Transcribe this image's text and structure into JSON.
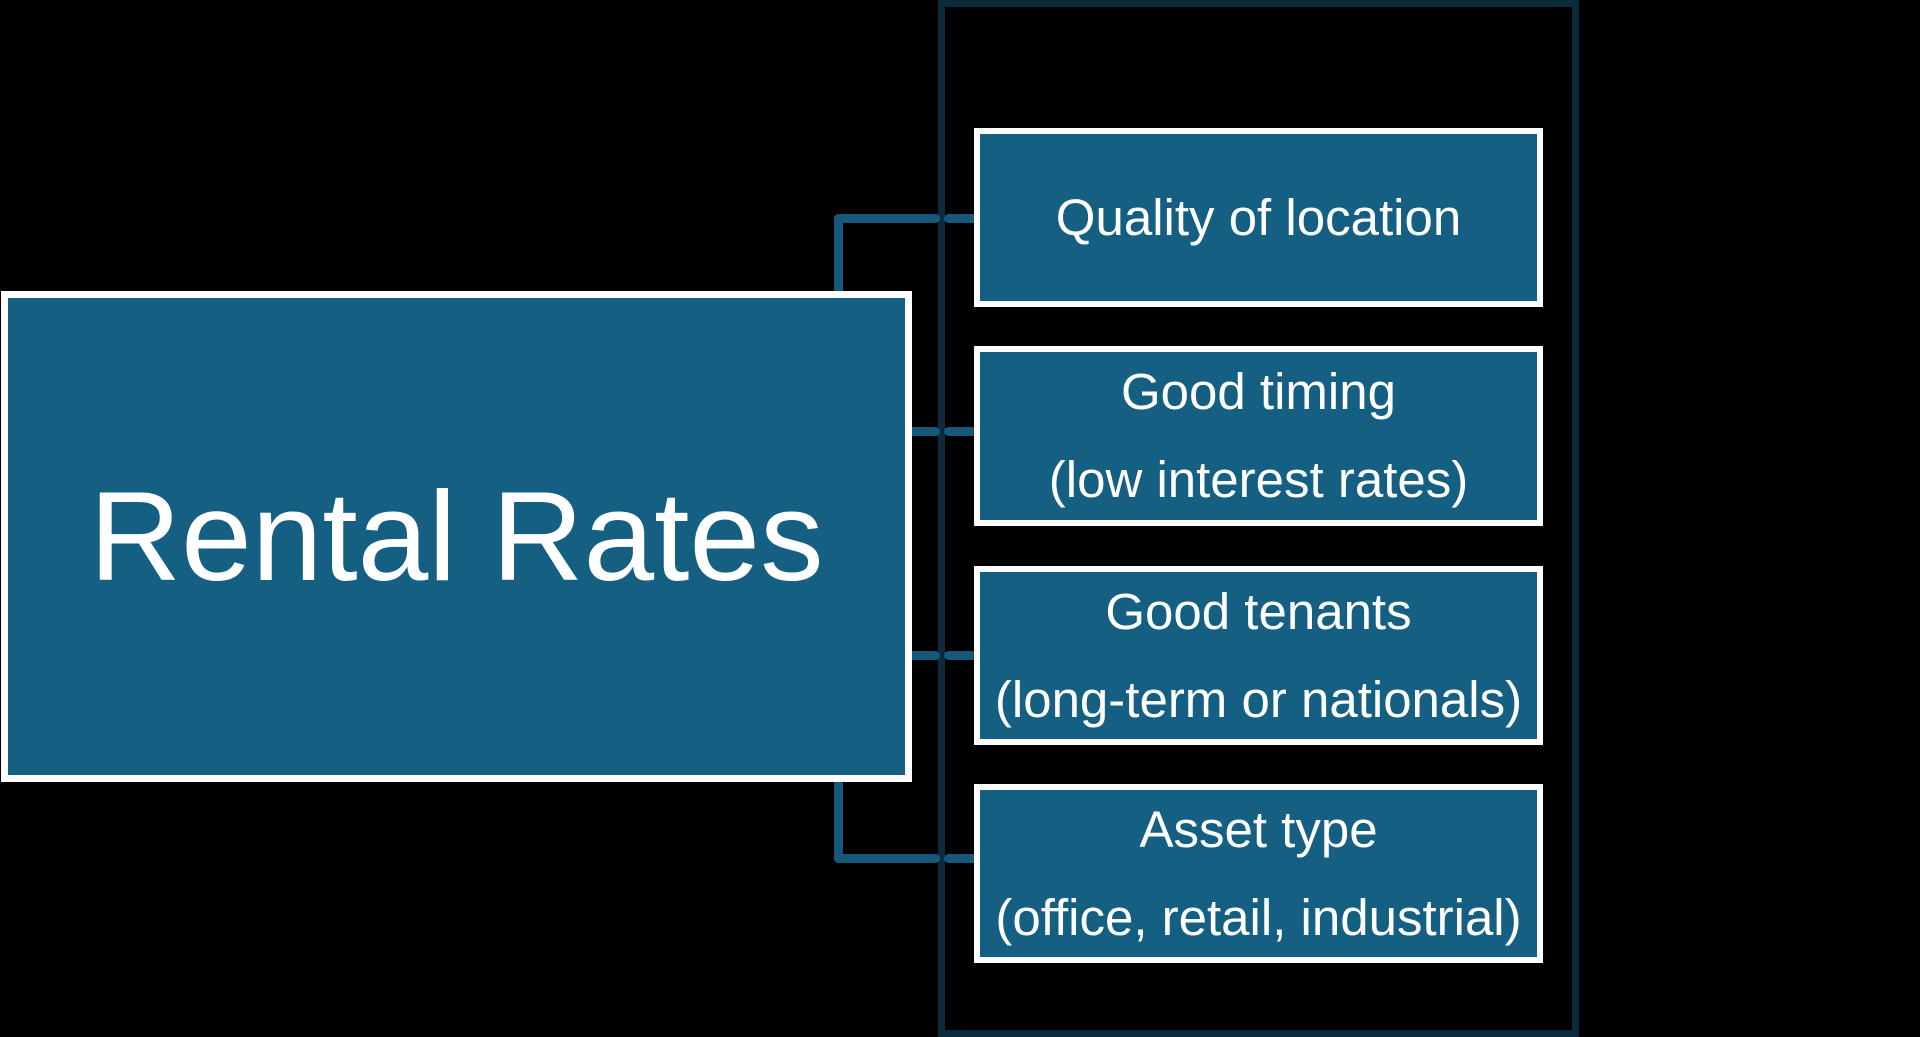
{
  "title_box": {
    "label": "Rental Rates"
  },
  "factor_boxes": [
    {
      "line1": "Quality of location",
      "line2": ""
    },
    {
      "line1": "Good timing",
      "line2": "(low interest rates)"
    },
    {
      "line1": "Good tenants",
      "line2": "(long-term or nationals)"
    },
    {
      "line1": "Asset type",
      "line2": "(office, retail, industrial)"
    }
  ],
  "colors": {
    "background": "#000000",
    "box_fill": "#156082",
    "box_border": "#FFFFFF",
    "text": "#FFFFFF",
    "connector": "#17587A",
    "frame_border": "#0B2B3C"
  }
}
